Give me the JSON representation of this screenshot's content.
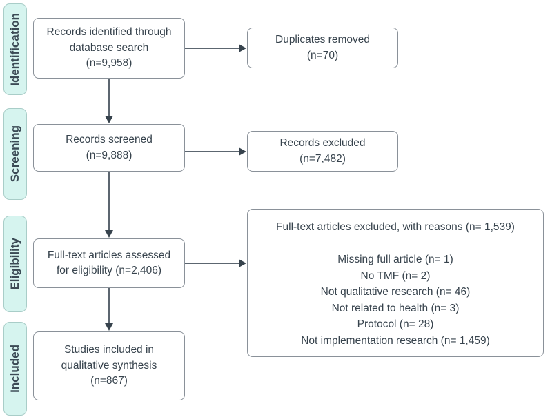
{
  "diagram": {
    "type": "prisma-flow-diagram",
    "colors": {
      "stage_pill_background": "#d6f4ef",
      "stage_pill_border": "#a9cdc8",
      "box_background": "#ffffff",
      "box_border": "#8a9199",
      "text": "#37434d",
      "connector": "#5c6670",
      "canvas_background": "#ffffff"
    },
    "stages": [
      {
        "id": "identification",
        "label": "Identification"
      },
      {
        "id": "screening",
        "label": "Screening"
      },
      {
        "id": "eligibility",
        "label": "Eligibility"
      },
      {
        "id": "included",
        "label": "Included"
      }
    ],
    "flow_boxes": {
      "records_identified": "Records identified through\ndatabase search\n(n=9,958)",
      "duplicates_removed": "Duplicates removed\n(n=70)",
      "records_screened": "Records screened\n(n=9,888)",
      "records_excluded": "Records excluded\n(n=7,482)",
      "fulltext_assessed": "Full-text articles assessed\nfor eligibility (n=2,406)",
      "fulltext_excluded": "Full-text articles excluded, with reasons (n= 1,539)\n\nMissing full article (n= 1)\nNo TMF (n= 2)\nNot qualitative research (n= 46)\nNot related to health (n= 3)\nProtocol (n= 28)\nNot implementation research (n= 1,459)",
      "studies_included": "Studies included in\nqualitative synthesis\n(n=867)"
    },
    "counts": {
      "records_identified": 9958,
      "duplicates_removed": 70,
      "records_screened": 9888,
      "records_excluded": 7482,
      "fulltext_assessed": 2406,
      "fulltext_excluded_total": 1539,
      "studies_included": 867
    },
    "exclusion_reasons": [
      {
        "reason": "Missing full article",
        "n": 1
      },
      {
        "reason": "No TMF",
        "n": 2
      },
      {
        "reason": "Not qualitative research",
        "n": 46
      },
      {
        "reason": "Not related to health",
        "n": 3
      },
      {
        "reason": "Protocol",
        "n": 28
      },
      {
        "reason": "Not implementation research",
        "n": 1459
      }
    ]
  }
}
